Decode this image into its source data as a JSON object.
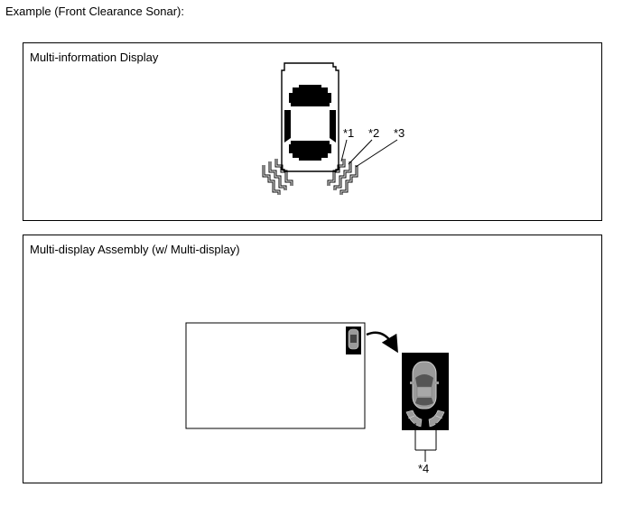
{
  "caption": "Example (Front Clearance Sonar):",
  "mid_panel": {
    "title": "Multi-information Display",
    "callouts": [
      "*1",
      "*2",
      "*3"
    ]
  },
  "mda_panel": {
    "title": "Multi-display Assembly (w/ Multi-display)",
    "callout": "*4"
  }
}
